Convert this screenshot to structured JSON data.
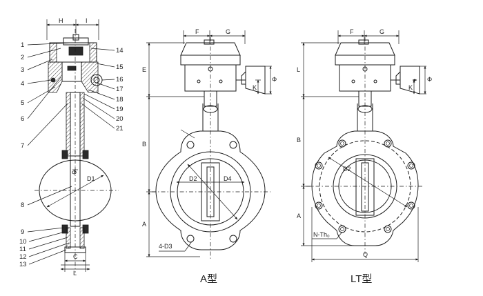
{
  "left_view": {
    "dims": {
      "h": "H",
      "i": "I",
      "c": "C",
      "l": "L",
      "d1": "D1",
      "phi": "Φ"
    },
    "callouts_left": [
      "1",
      "2",
      "3",
      "4",
      "5",
      "6",
      "7",
      "8",
      "9",
      "10",
      "11",
      "12",
      "13"
    ],
    "callouts_right": [
      "14",
      "15",
      "16",
      "17",
      "18",
      "19",
      "20",
      "21"
    ]
  },
  "view_a": {
    "caption": "A型",
    "dims": {
      "f": "F",
      "g": "G",
      "e": "E",
      "b": "B",
      "a": "A",
      "k": "K",
      "phi": "Φ",
      "d2": "D2",
      "d4": "D4",
      "holes": "4-D3"
    }
  },
  "view_lt": {
    "caption": "LT型",
    "dims": {
      "f": "F",
      "g": "G",
      "l": "L",
      "b": "B",
      "a": "A",
      "k": "K",
      "phi": "Φ",
      "d2": "D2",
      "q": "Q",
      "threads": "N-Th₀"
    }
  }
}
